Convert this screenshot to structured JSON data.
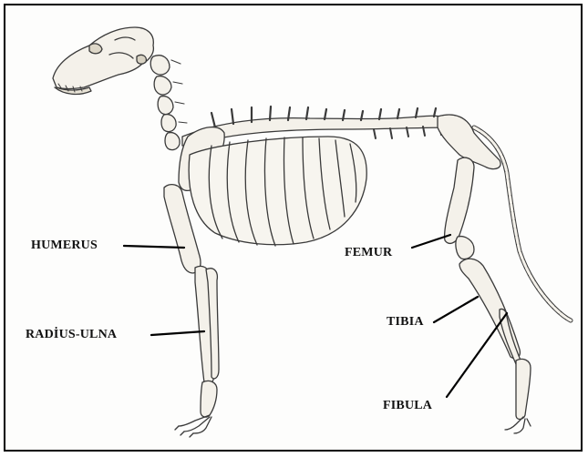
{
  "labels": {
    "humerus": "HUMERUS",
    "radius_ulna": "RADİUS-ULNA",
    "femur": "FEMUR",
    "tibia": "TIBIA",
    "fibula": "FIBULA"
  },
  "colors": {
    "bone_fill": "#f4f1ea",
    "bone_stroke": "#3a3a3a",
    "leader": "#000000",
    "frame": "#000000"
  }
}
